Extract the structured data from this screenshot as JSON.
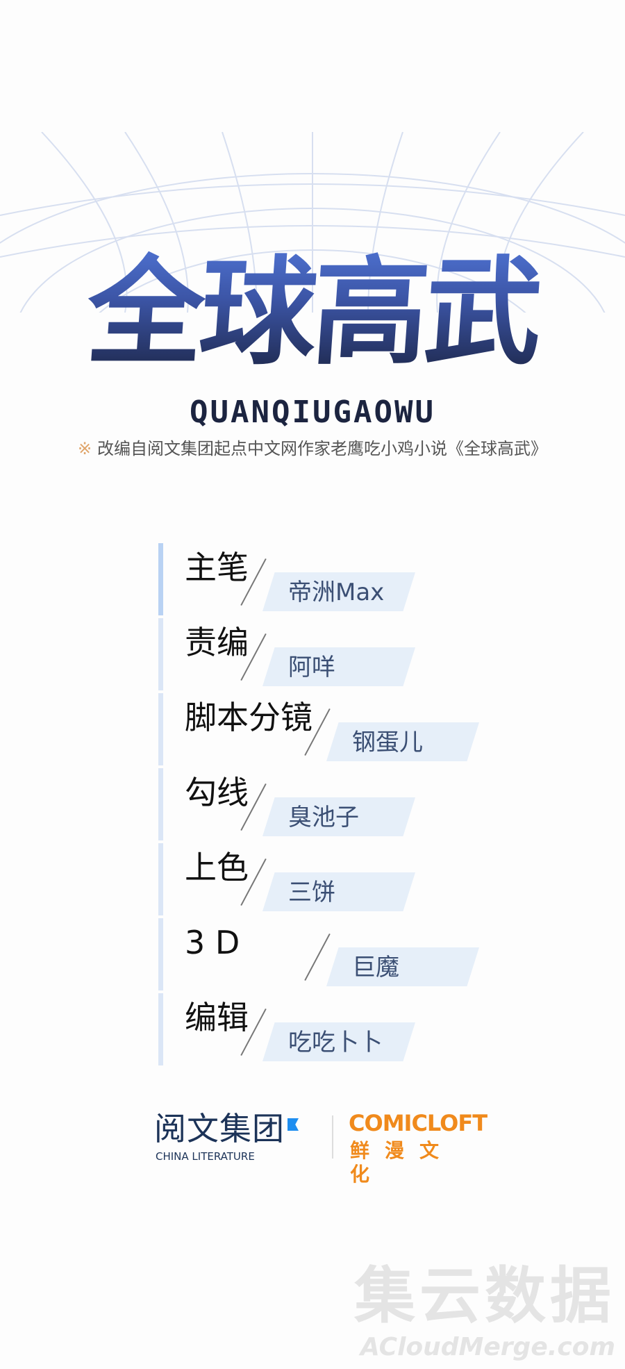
{
  "header": {
    "title": "全球高武",
    "pinyin": "QUANQIUGAOWU",
    "subtitle_mark": "※",
    "subtitle": "改编自阅文集团起点中文网作家老鹰吃小鸡小说《全球高武》"
  },
  "credits": [
    {
      "role": "主笔",
      "name": "帝洲Max"
    },
    {
      "role": "责编",
      "name": "阿咩"
    },
    {
      "role": "脚本分镜",
      "name": "钢蛋儿"
    },
    {
      "role": "勾线",
      "name": "臭池子"
    },
    {
      "role": "上色",
      "name": "三饼"
    },
    {
      "role": "3 D",
      "name": "巨魔"
    },
    {
      "role": "编辑",
      "name": "吃吃卜卜"
    }
  ],
  "logos": {
    "china_literature_cn": "阅文集团",
    "china_literature_en": "CHINA LITERATURE",
    "comicloft_en": "COMICLOFT",
    "comicloft_cn": "鲜漫文化"
  },
  "watermark": {
    "cn": "集云数据",
    "en": "ACloudMerge.com"
  },
  "colors": {
    "title_top": "#4f73d3",
    "title_bottom": "#1b2444",
    "accent_orange": "#f08a1c",
    "credit_box": "#e6eff9"
  }
}
